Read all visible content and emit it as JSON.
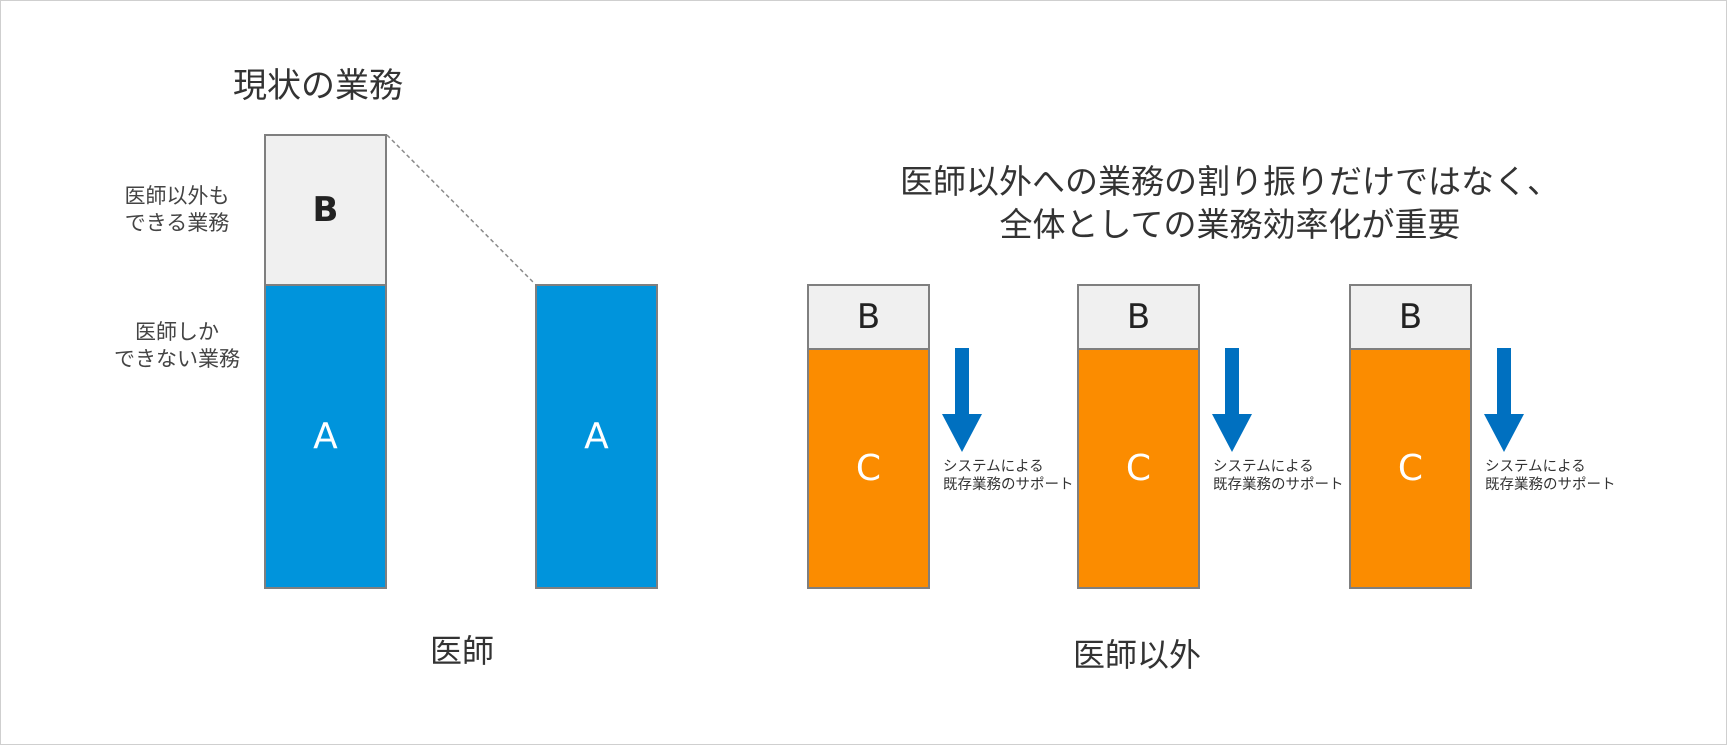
{
  "current": {
    "title": "現状の業務",
    "label_b": "医師以外も\nできる業務",
    "label_a": "医師しか\nできない業務",
    "bar_b": "B",
    "bar_a": "A",
    "reduced_bar_a": "A",
    "group_label": "医師"
  },
  "future": {
    "headline_line1": "医師以外への業務の割り振りだけではなく、",
    "headline_line2": "全体としての業務効率化が重要",
    "columns": [
      {
        "top": "B",
        "bottom": "C",
        "note_line1": "システムによる",
        "note_line2": "既存業務のサポート"
      },
      {
        "top": "B",
        "bottom": "C",
        "note_line1": "システムによる",
        "note_line2": "既存業務のサポート"
      },
      {
        "top": "B",
        "bottom": "C",
        "note_line1": "システムによる",
        "note_line2": "既存業務のサポート"
      }
    ],
    "group_label": "医師以外"
  },
  "colors": {
    "blue": "#0094dc",
    "orange": "#fb8c00",
    "gray_box": "#f0f0f0",
    "arrow": "#0070c0",
    "border": "#7f7f7f"
  }
}
